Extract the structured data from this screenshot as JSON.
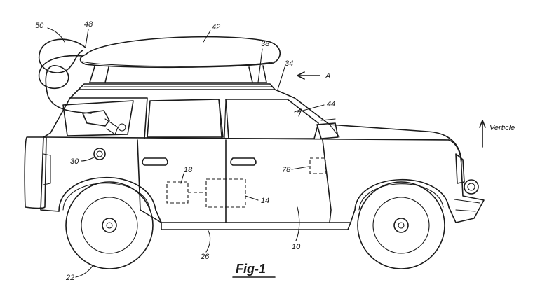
{
  "figure": {
    "caption": "Fig-1",
    "direction_label": "A",
    "vertical_label": "Verticle"
  },
  "reference_numerals": {
    "n50": "50",
    "n48": "48",
    "n42": "42",
    "n38": "38",
    "n34": "34",
    "n44": "44",
    "n30": "30",
    "n18": "18",
    "n78": "78",
    "n14": "14",
    "n26": "26",
    "n10": "10",
    "n22": "22"
  }
}
